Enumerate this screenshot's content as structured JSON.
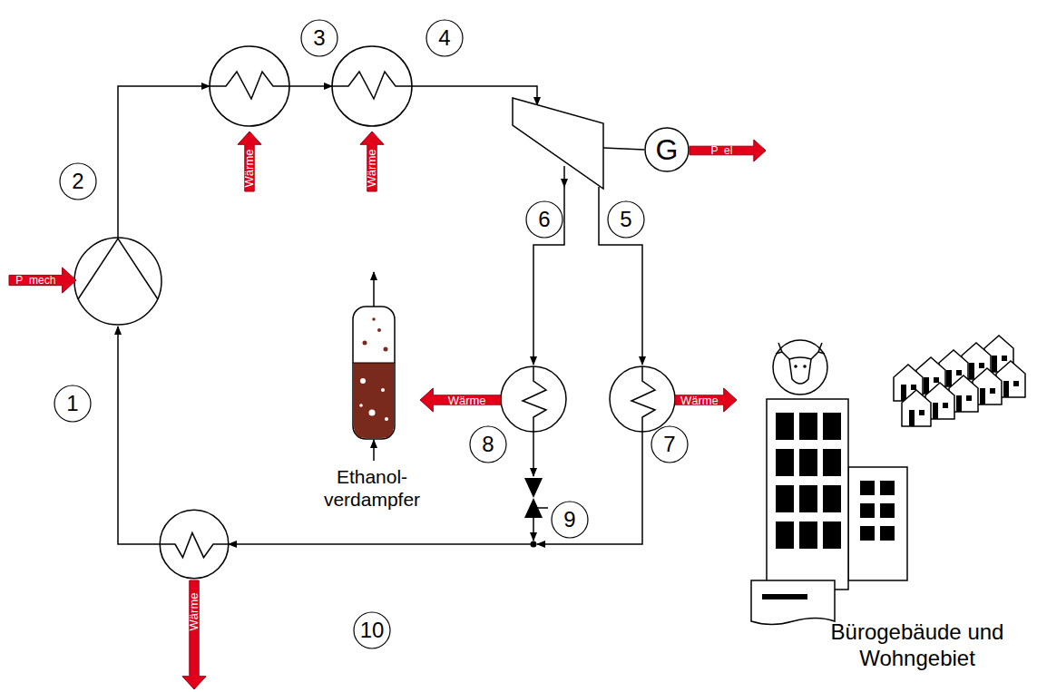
{
  "diagram": {
    "nodes": [
      {
        "text": [
          "3"
        ]
      },
      {
        "text": [
          "4"
        ]
      },
      {
        "text": [
          "Wärme"
        ]
      },
      {
        "text": [
          "Wärme"
        ]
      },
      {
        "text": [
          "2"
        ]
      },
      {
        "text": [
          "P_mech"
        ]
      },
      {
        "text": [
          "G"
        ]
      },
      {
        "text": [
          "P_el"
        ]
      },
      {
        "text": [
          "6"
        ]
      },
      {
        "text": [
          "5"
        ]
      },
      {
        "text": [
          "1"
        ]
      },
      {
        "text": [
          "Wärme"
        ]
      },
      {
        "text": [
          "Wärme"
        ]
      },
      {
        "text": [
          "8"
        ]
      },
      {
        "text": [
          "7"
        ]
      },
      {
        "text": [
          "9"
        ]
      },
      {
        "text": [
          "10"
        ]
      },
      {
        "text": [
          "Wärme"
        ]
      }
    ],
    "labels": [
      "Ethanol- verdampfer",
      "Bürogebäude und Wohngebiet"
    ]
  }
}
